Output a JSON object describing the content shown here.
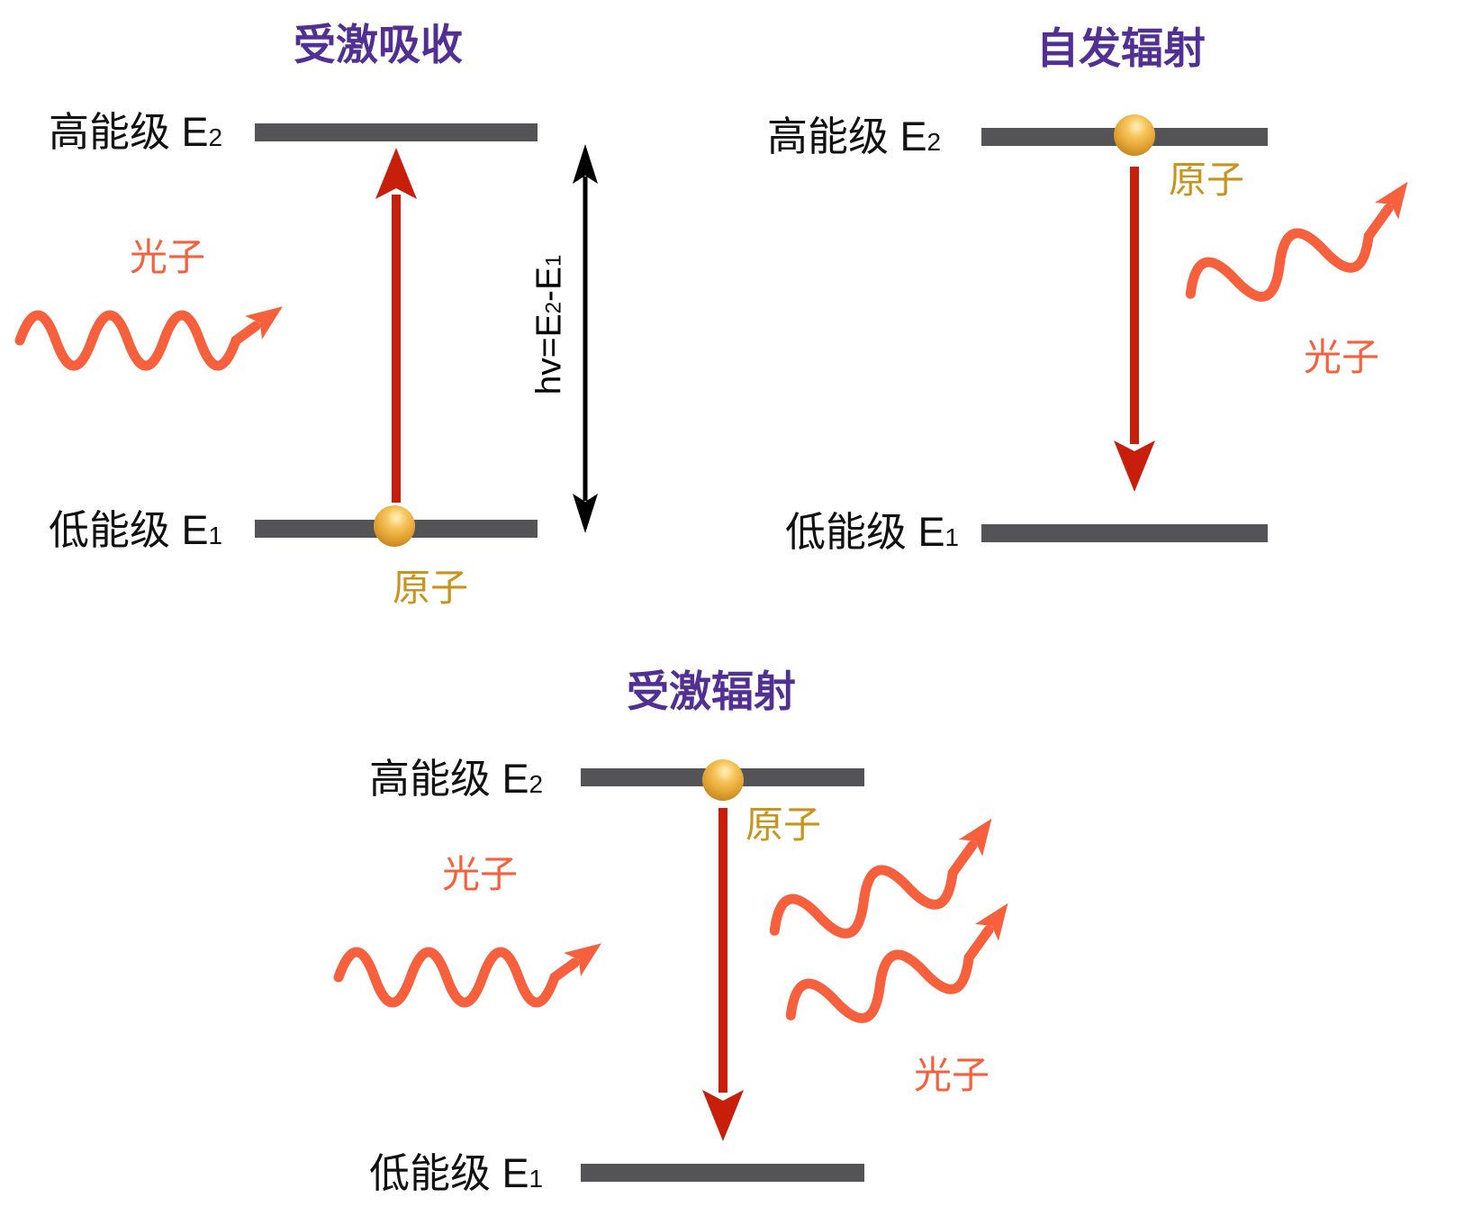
{
  "colors": {
    "title_purple": "#523093",
    "level_bar_gray": "#545356",
    "transition_red": "#C71F0C",
    "photon_orange": "#F7603C",
    "atom_gold": "#C9941D",
    "label_black": "#111111"
  },
  "panels": {
    "stimulated_absorption": {
      "title": "受激吸收",
      "high_level": {
        "text": "高能级 E",
        "sub": "2"
      },
      "low_level": {
        "text": "低能级 E",
        "sub": "1"
      },
      "photon": "光子",
      "atom": "原子",
      "energy_gap": {
        "p1": "hv=E",
        "s1": "2",
        "p2": "-E",
        "s2": "1"
      }
    },
    "spontaneous_emission": {
      "title": "自发辐射",
      "high_level": {
        "text": "高能级 E",
        "sub": "2"
      },
      "low_level": {
        "text": "低能级 E",
        "sub": "1"
      },
      "photon": "光子",
      "atom": "原子"
    },
    "stimulated_emission": {
      "title": "受激辐射",
      "high_level": {
        "text": "高能级 E",
        "sub": "2"
      },
      "low_level": {
        "text": "低能级 E",
        "sub": "1"
      },
      "photon": "光子",
      "atom": "原子"
    }
  }
}
